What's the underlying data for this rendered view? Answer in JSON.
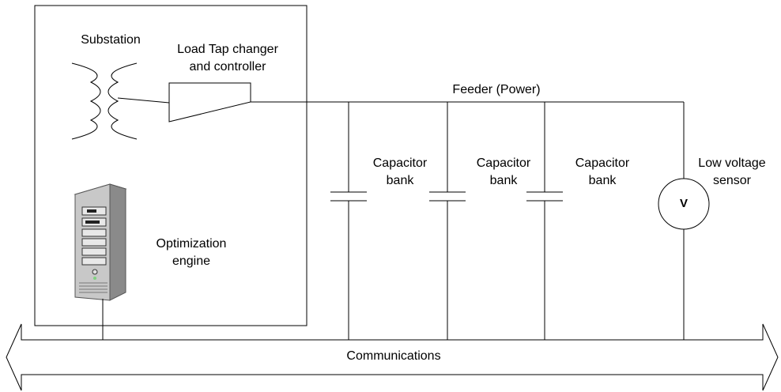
{
  "labels": {
    "substation": "Substation",
    "ltc_line1": "Load Tap changer",
    "ltc_line2": "and controller",
    "feeder": "Feeder (Power)",
    "cap1_line1": "Capacitor",
    "cap1_line2": "bank",
    "cap2_line1": "Capacitor",
    "cap2_line2": "bank",
    "cap3_line1": "Capacitor",
    "cap3_line2": "bank",
    "sensor_line1": "Low voltage",
    "sensor_line2": "sensor",
    "sensor_symbol": "V",
    "opt_line1": "Optimization",
    "opt_line2": "engine",
    "communications": "Communications"
  },
  "icons": {
    "transformer": "transformer-icon",
    "tap_changer": "tap-changer-icon",
    "capacitor": "capacitor-icon",
    "voltmeter": "voltmeter-icon",
    "server": "server-tower-icon",
    "comm_bus": "double-arrow-icon"
  },
  "colors": {
    "line": "#000000",
    "server_body": "#c8c8c8",
    "server_side": "#8a8a8a",
    "server_top": "#e4e4e4",
    "led": "#7fd27f"
  }
}
